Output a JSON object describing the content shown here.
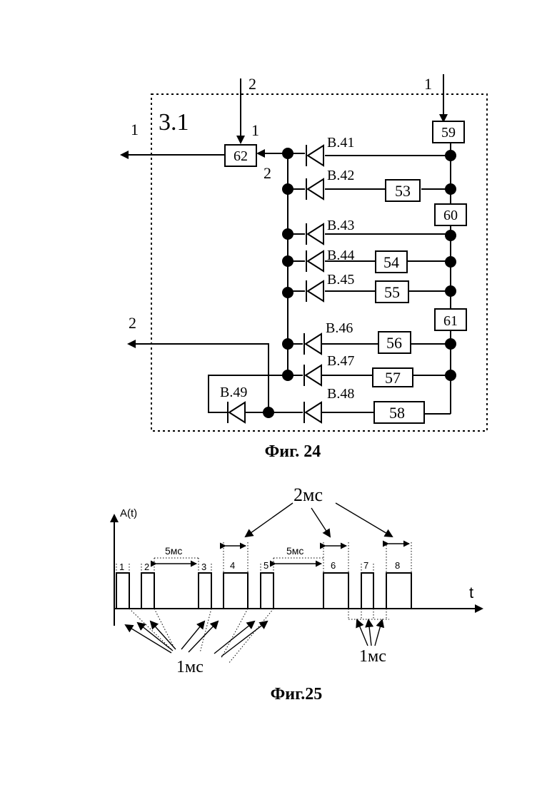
{
  "fig24": {
    "block_label": "3.1",
    "caption": "Фиг. 24",
    "blocks": {
      "b62": "62",
      "b59": "59",
      "b60": "60",
      "b61": "61",
      "b53": "53",
      "b54": "54",
      "b55": "55",
      "b56": "56",
      "b57": "57",
      "b58": "58"
    },
    "diodes": {
      "d41": "B.41",
      "d42": "B.42",
      "d43": "B.43",
      "d44": "B.44",
      "d45": "B.45",
      "d46": "B.46",
      "d47": "B.47",
      "d48": "B.48",
      "d49": "B.49"
    },
    "pins": {
      "in2_top": "2",
      "in1_top": "1",
      "out1": "1",
      "out2": "2",
      "b62_in1": "1",
      "b62_in2": "2"
    }
  },
  "fig25": {
    "caption": "Фиг.25",
    "y_axis_label": "A(t)",
    "x_axis_label": "t",
    "pulse_numbers": [
      "1",
      "2",
      "3",
      "4",
      "5",
      "6",
      "7",
      "8"
    ],
    "gap_label_1": "5мс",
    "gap_label_2": "5мс",
    "label_2ms": "2мс",
    "label_1ms_left": "1мс",
    "label_1ms_right": "1мс"
  }
}
